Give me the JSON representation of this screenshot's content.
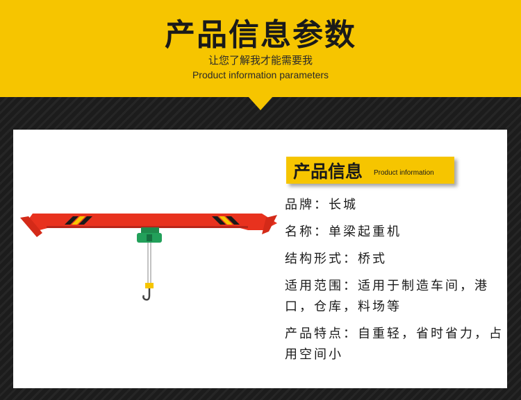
{
  "header": {
    "title": "产品信息参数",
    "subtitle": "让您了解我才能需要我",
    "subtitle_en": "Product information parameters"
  },
  "panel": {
    "tag_zh": "产品信息",
    "tag_en": "Product information"
  },
  "specs": [
    {
      "key": "品牌：",
      "value": "长城"
    },
    {
      "key": "名称：",
      "value": "单梁起重机"
    },
    {
      "key": "结构形式：",
      "value": "桥式"
    },
    {
      "key": "适用范围：",
      "value": "适用于制造车间，港口，仓库，料场等"
    },
    {
      "key": "产品特点：",
      "value": "自重轻，省时省力，占用空间小"
    }
  ],
  "colors": {
    "accent": "#f6c500",
    "background": "#1c1c1c",
    "crane_red": "#e8321e",
    "hoist_green": "#1f8a4c"
  }
}
